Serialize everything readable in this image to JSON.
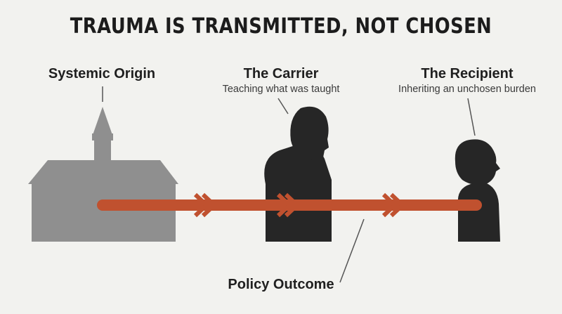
{
  "title": "TRAUMA IS TRANSMITTED, NOT CHOSEN",
  "nodes": {
    "origin": {
      "label": "Systemic Origin"
    },
    "carrier": {
      "label": "The Carrier",
      "sublabel": "Teaching what was taught"
    },
    "recipient": {
      "label": "The Recipient",
      "sublabel": "Inheriting an unchosen burden"
    },
    "outcome": {
      "label": "Policy Outcome"
    }
  },
  "colors": {
    "background": "#f2f2ef",
    "church": "#8f8f8f",
    "silhouette": "#262626",
    "arrow": "#c0512f",
    "leader": "#555555",
    "text": "#1f1f1f"
  }
}
